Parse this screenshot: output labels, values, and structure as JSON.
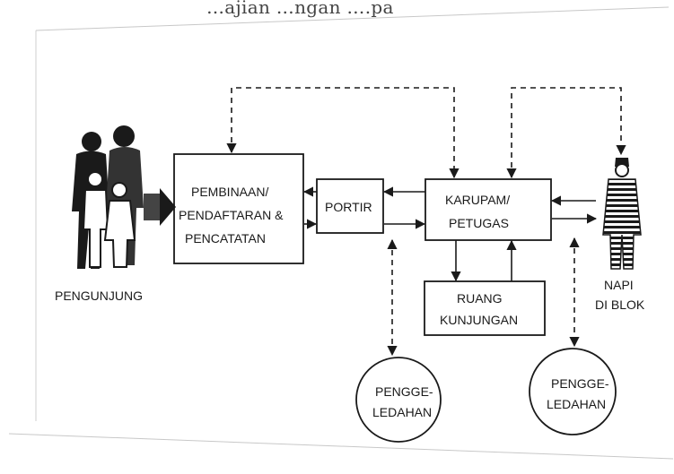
{
  "top_caption": "…ajian …ngan ….pa",
  "nodes": {
    "pengunjung": "PENGUNJUNG",
    "pembinaan": [
      "PEMBINAAN/",
      "PENDAFTARAN &",
      "PENCATATAN"
    ],
    "portir": "PORTIR",
    "karupam": [
      "KARUPAM/",
      "PETUGAS"
    ],
    "ruang": [
      "RUANG",
      "KUNJUNGAN"
    ],
    "penggeledahan_1": [
      "PENGGE-",
      "LEDAHAN"
    ],
    "penggeledahan_2": [
      "PENGGE-",
      "LEDAHAN"
    ],
    "napi": [
      "NAPI",
      "DI BLOK"
    ]
  },
  "icons": {
    "visitors": "family-group-icon",
    "prisoner": "prisoner-striped-uniform-icon"
  },
  "colors": {
    "ink": "#1a1a1a",
    "paper": "#ffffff",
    "page_edge": "#c8c8c8"
  }
}
